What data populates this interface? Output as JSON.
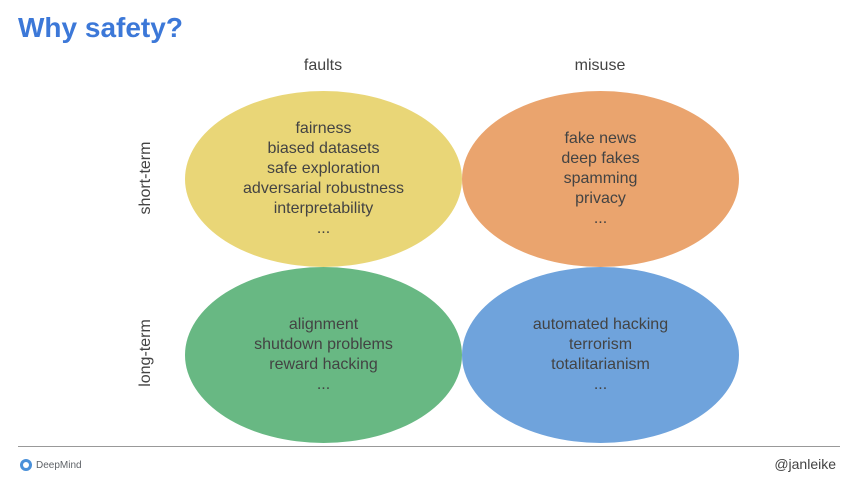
{
  "title": "Why safety?",
  "columns": [
    "faults",
    "misuse"
  ],
  "rows": [
    "short-term",
    "long-term"
  ],
  "cells": [
    {
      "row": "short-term",
      "column": "faults",
      "color": "#e9d677",
      "items": [
        "fairness",
        "biased datasets",
        "safe exploration",
        "adversarial robustness",
        "interpretability",
        "..."
      ]
    },
    {
      "row": "short-term",
      "column": "misuse",
      "color": "#eaa46e",
      "items": [
        "fake news",
        "deep fakes",
        "spamming",
        "privacy",
        "..."
      ]
    },
    {
      "row": "long-term",
      "column": "faults",
      "color": "#68b883",
      "items": [
        "alignment",
        "shutdown problems",
        "reward hacking",
        "..."
      ]
    },
    {
      "row": "long-term",
      "column": "misuse",
      "color": "#6fa3dc",
      "items": [
        "automated hacking",
        "terrorism",
        "totalitarianism",
        "..."
      ]
    }
  ],
  "footer": {
    "logo_text": "DeepMind",
    "handle": "@janleike"
  }
}
